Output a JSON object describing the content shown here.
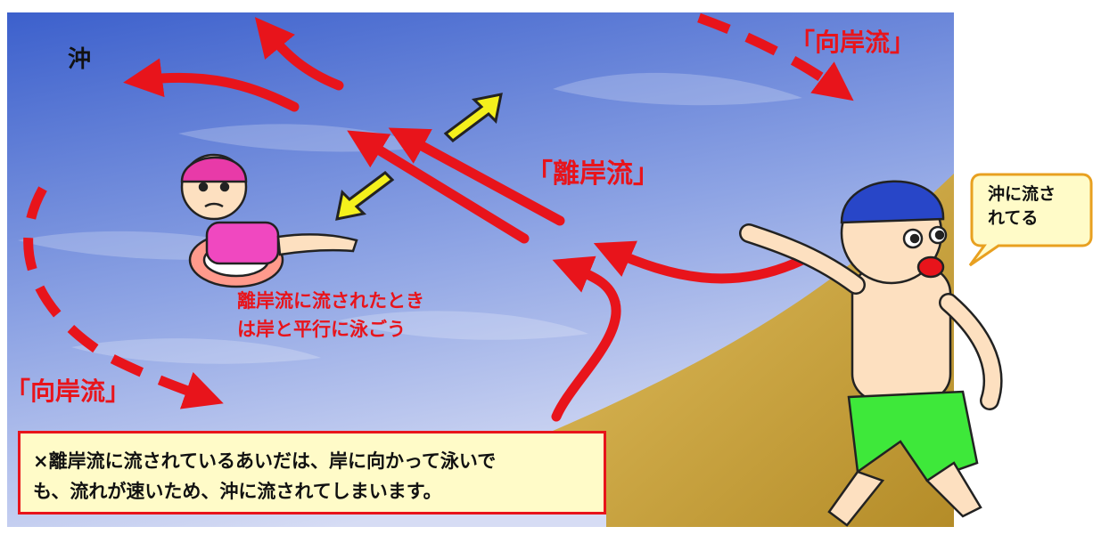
{
  "labels": {
    "offshore": "沖",
    "rip_current": "「離岸流」",
    "onshore_current_top": "「向岸流」",
    "onshore_current_left": "「向岸流」"
  },
  "advice": {
    "line1": "離岸流に流されたとき",
    "line2": "は岸と平行に泳ごう"
  },
  "warning": {
    "line1": "×離岸流に流されているあいだは、岸に向かって泳いで",
    "line2": "も、流れが速いため、沖に流されてしまいます。"
  },
  "speech_bubble": {
    "line1": "沖に流さ",
    "line2": "れてる"
  },
  "colors": {
    "sea_top": "#3c60cc",
    "sea_bottom": "#d6dcf4",
    "sand": "#c8a43c",
    "current_arrow": "#e8141b",
    "swim_arrow": "#f4f01c",
    "cap_girl": "#e83aa8",
    "cap_boy": "#2846c8",
    "trunks": "#3ee83a"
  }
}
